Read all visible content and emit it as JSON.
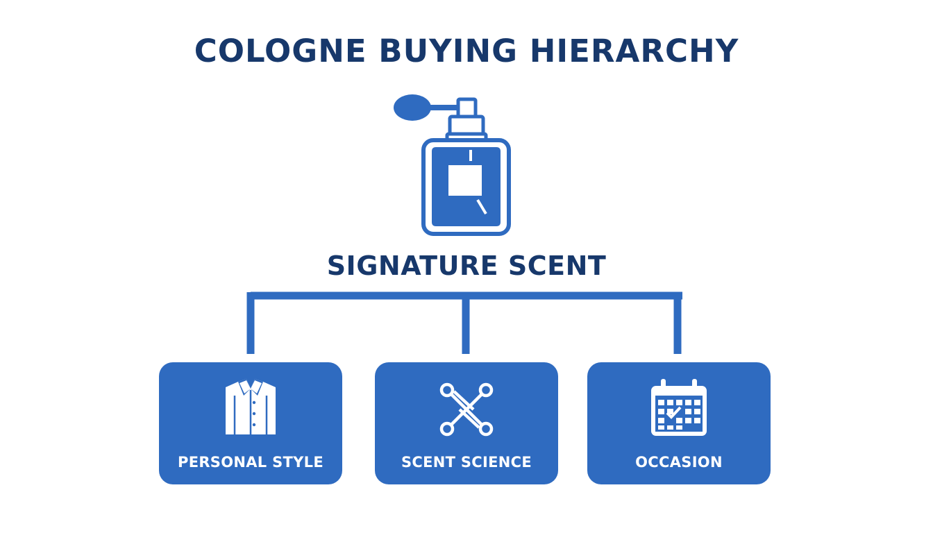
{
  "title": "COLOGNE BUYING HIERARCHY",
  "root": {
    "label": "SIGNATURE SCENT",
    "icon": "perfume-bottle-icon"
  },
  "children": [
    {
      "label": "PERSONAL STYLE",
      "icon": "shirt-icon"
    },
    {
      "label": "SCENT SCIENCE",
      "icon": "molecule-icon"
    },
    {
      "label": "OCCASION",
      "icon": "calendar-icon"
    }
  ],
  "colors": {
    "navy": "#17386b",
    "blue": "#2f6bc0",
    "background": "#ffffff"
  }
}
